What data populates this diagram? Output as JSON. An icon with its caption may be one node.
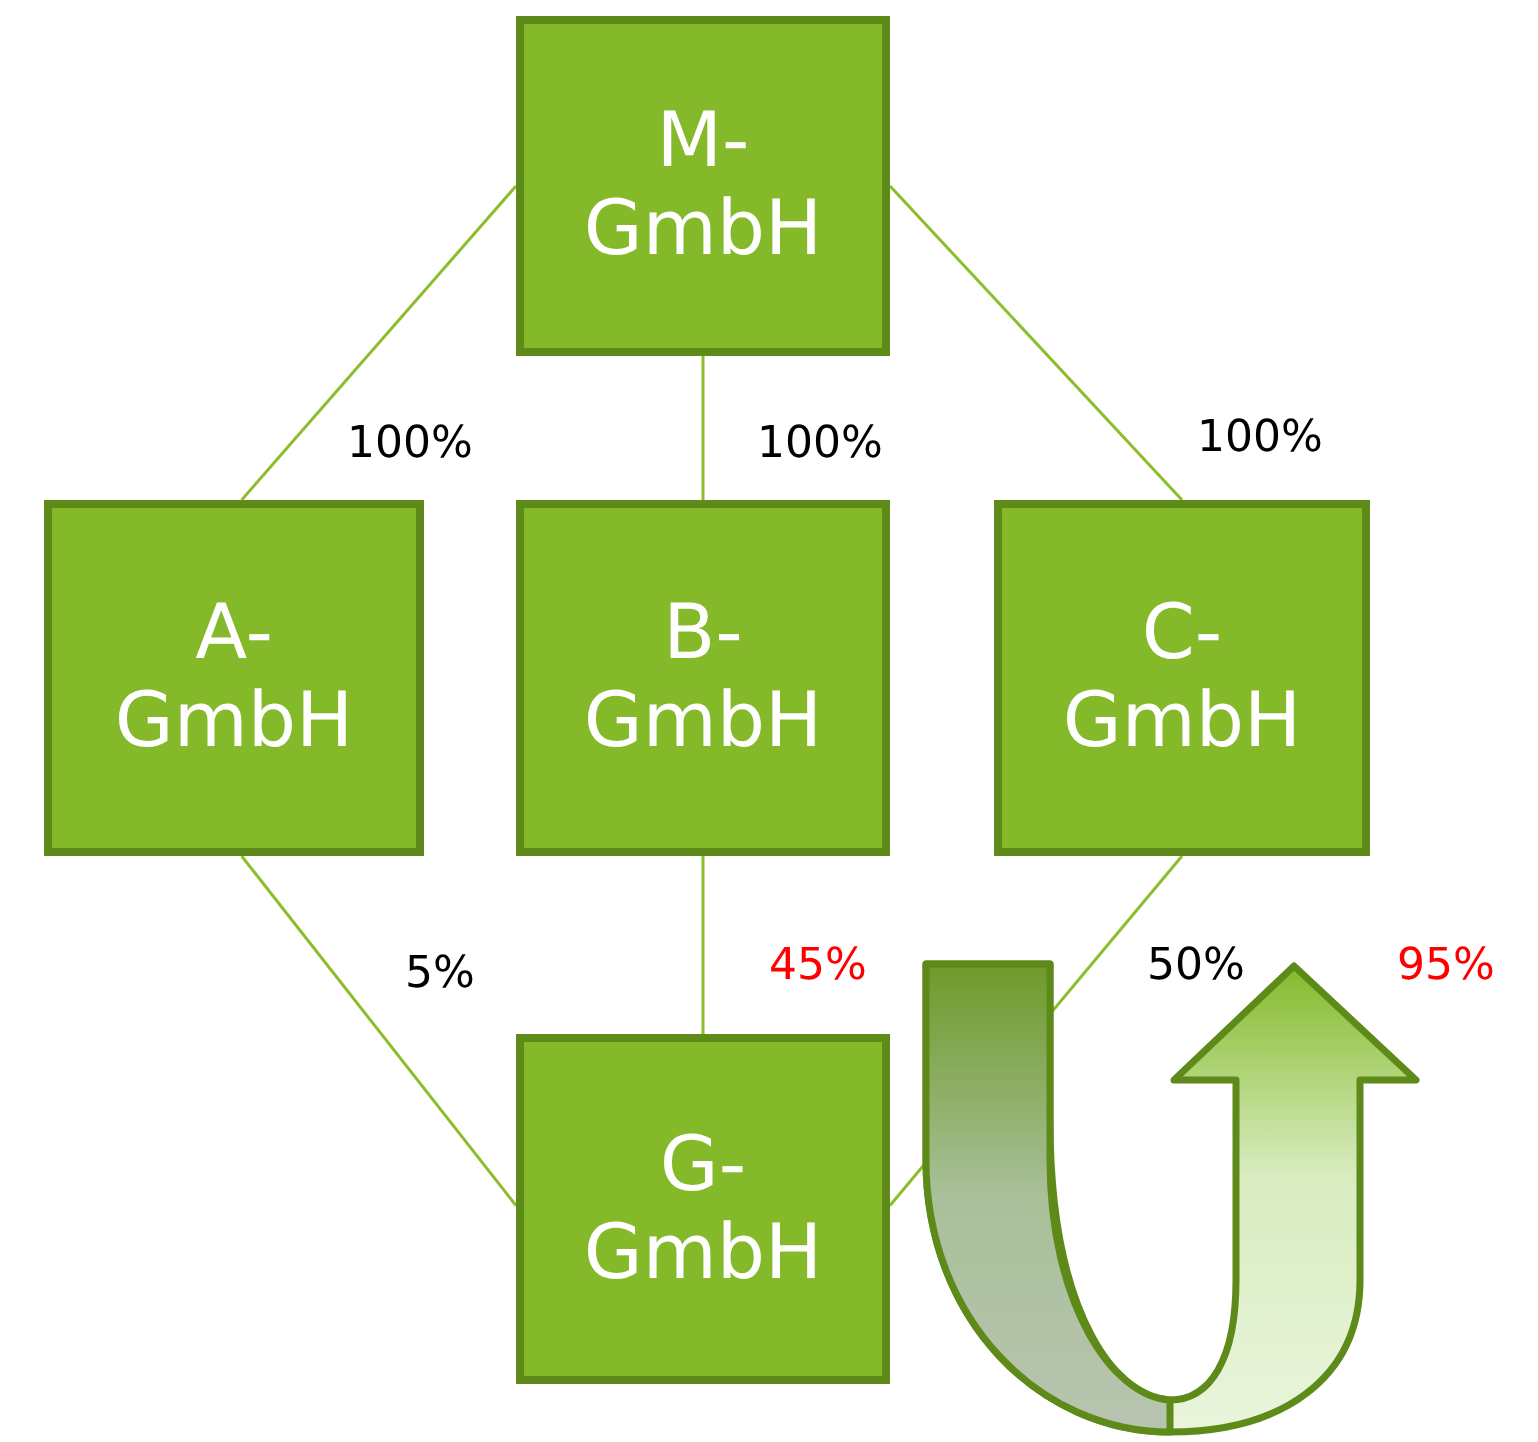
{
  "diagram": {
    "nodes": [
      {
        "text": [
          "M- GmbH"
        ]
      },
      {
        "text": [
          "A- GmbH"
        ]
      },
      {
        "text": [
          "B- GmbH"
        ]
      },
      {
        "text": [
          "C- GmbH"
        ]
      },
      {
        "text": [
          "G- GmbH"
        ]
      }
    ],
    "edges": [
      {
        "from": 0,
        "to": 1,
        "arrow": "none",
        "label": "100%"
      },
      {
        "from": 0,
        "to": 2,
        "arrow": "none",
        "label": "100%"
      },
      {
        "from": 0,
        "to": 3,
        "arrow": "none",
        "label": "100%"
      },
      {
        "from": 1,
        "to": 4,
        "arrow": "none",
        "label": "5%"
      },
      {
        "from": 2,
        "to": 4,
        "arrow": "none",
        "label": "45%"
      },
      {
        "from": 3,
        "to": 4,
        "arrow": "none",
        "label": "50%"
      }
    ],
    "labels": [
      "95%"
    ]
  }
}
